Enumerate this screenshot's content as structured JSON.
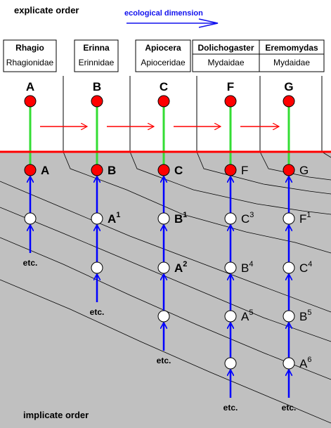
{
  "header": {
    "explicate": "explicate order",
    "dimension": "ecological dimension",
    "implicate": "implicate order"
  },
  "colors": {
    "red": "#ff0000",
    "blue": "#0000ff",
    "green": "#33dd33",
    "gray": "#c0c0c0",
    "dim_text": "#1111ee"
  },
  "columns": [
    {
      "genus": "Rhagio",
      "family": "Rhagionidae",
      "top_label": "A",
      "nodes": [
        {
          "base": "A",
          "sup": "",
          "bold": true
        }
      ],
      "open_nodes": 1,
      "open_labels": [],
      "etc": "etc."
    },
    {
      "genus": "Erinna",
      "family": "Erinnidae",
      "top_label": "B",
      "nodes": [
        {
          "base": "B",
          "sup": "",
          "bold": true
        },
        {
          "base": "A",
          "sup": "1",
          "bold": true
        }
      ],
      "open_nodes": 2,
      "etc": "etc."
    },
    {
      "genus": "Apiocera",
      "family": "Apioceridae",
      "top_label": "C",
      "nodes": [
        {
          "base": "C",
          "sup": "",
          "bold": true
        },
        {
          "base": "B",
          "sup": "1",
          "bold": true
        },
        {
          "base": "A",
          "sup": "2",
          "bold": true
        }
      ],
      "open_nodes": 3,
      "etc": "etc."
    },
    {
      "genus": "Dolichogaster",
      "family": "Mydaidae",
      "top_label": "F",
      "nodes": [
        {
          "base": "F",
          "sup": "",
          "bold": false
        },
        {
          "base": "C",
          "sup": "3",
          "bold": false
        },
        {
          "base": "B",
          "sup": "4",
          "bold": false
        },
        {
          "base": "A",
          "sup": "5",
          "bold": false
        }
      ],
      "open_nodes": 4,
      "etc": "etc."
    },
    {
      "genus": "Eremomydas",
      "family": "Mydaidae",
      "top_label": "G",
      "nodes": [
        {
          "base": "G",
          "sup": "",
          "bold": false
        },
        {
          "base": "F",
          "sup": "1",
          "bold": false
        },
        {
          "base": "C",
          "sup": "4",
          "bold": false
        },
        {
          "base": "B",
          "sup": "5",
          "bold": false
        },
        {
          "base": "A",
          "sup": "6",
          "bold": false
        }
      ],
      "open_nodes": 4,
      "etc": "etc."
    }
  ]
}
